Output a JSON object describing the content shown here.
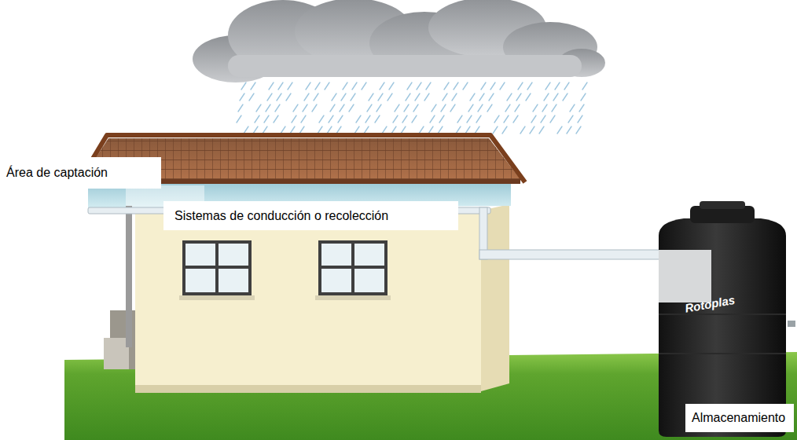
{
  "diagram": {
    "nodes": [
      {
        "text": [
          "Área de captación"
        ]
      },
      {
        "text": [
          "Sistemas de conducción o recolección"
        ]
      },
      {
        "text": [
          "Almacenamiento"
        ]
      }
    ],
    "labels": [
      "Rotoplas"
    ]
  }
}
